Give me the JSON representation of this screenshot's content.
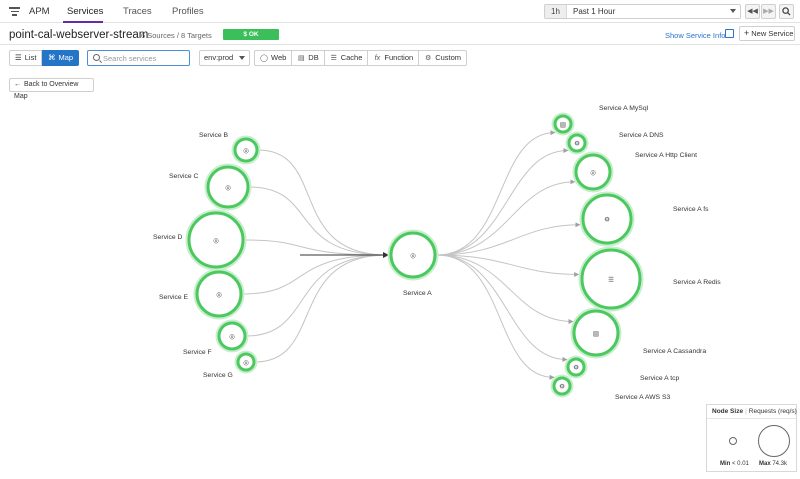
{
  "nav": {
    "app": "APM",
    "tabs": [
      {
        "label": "Services",
        "active": true
      },
      {
        "label": "Traces",
        "active": false
      },
      {
        "label": "Profiles",
        "active": false
      }
    ]
  },
  "time": {
    "short": "1h",
    "label": "Past 1 Hour"
  },
  "header": {
    "title": "point-cal-webserver-stream",
    "sources": "6 Sources / 8 Targets",
    "status": "$ OK",
    "show_info": "Show Service Info",
    "new_service": "New Service"
  },
  "toolbar": {
    "list": "List",
    "map": "Map",
    "search_placeholder": "Search services",
    "env": "env:prod",
    "filters": [
      {
        "label": "Web",
        "icon": "globe-icon"
      },
      {
        "label": "DB",
        "icon": "database-icon"
      },
      {
        "label": "Cache",
        "icon": "stack-icon"
      },
      {
        "label": "Function",
        "icon": "function-icon"
      },
      {
        "label": "Custom",
        "icon": "cog-icon"
      }
    ],
    "back": "Back to Overview Map"
  },
  "map": {
    "center": {
      "label": "Service A",
      "type": "web"
    },
    "sources": [
      {
        "label": "Service B",
        "type": "web"
      },
      {
        "label": "Service C",
        "type": "web"
      },
      {
        "label": "Service D",
        "type": "web"
      },
      {
        "label": "Service E",
        "type": "web"
      },
      {
        "label": "Service F",
        "type": "web"
      },
      {
        "label": "Service G",
        "type": "web"
      }
    ],
    "targets": [
      {
        "label": "Service A MySql",
        "type": "db"
      },
      {
        "label": "Service A DNS",
        "type": "custom"
      },
      {
        "label": "Service A Http Client",
        "type": "web"
      },
      {
        "label": "Service A fs",
        "type": "custom"
      },
      {
        "label": "Service A Redis",
        "type": "cache"
      },
      {
        "label": "Service A Cassandra",
        "type": "db"
      },
      {
        "label": "Service A tcp",
        "type": "custom"
      },
      {
        "label": "Service A AWS S3",
        "type": "custom"
      }
    ],
    "colors": {
      "node_ring": "#4cc95e",
      "node_halo": "#c9eecf",
      "edge": "#c4c4c4",
      "edge_main": "#333333"
    }
  },
  "legend": {
    "title": "Node Size",
    "metric": "Requests (req/s)",
    "min_label": "Min",
    "min_value": "< 0.01",
    "max_label": "Max",
    "max_value": "74.3k"
  }
}
